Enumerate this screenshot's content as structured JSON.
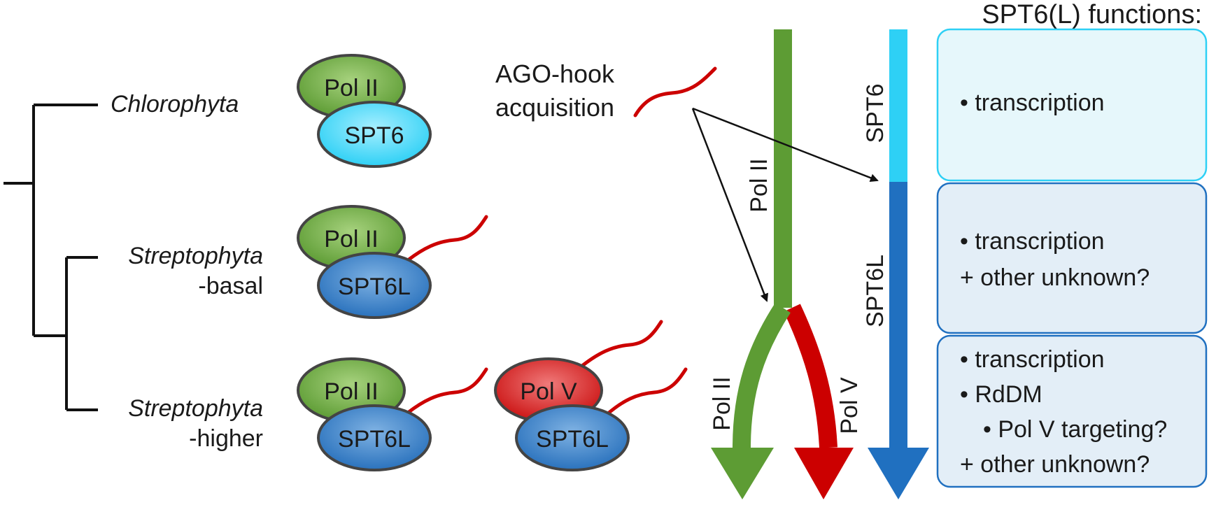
{
  "header": {
    "title": "SPT6(L) functions:"
  },
  "tree": {
    "taxa": [
      {
        "name": "Chlorophyta"
      },
      {
        "name": "Streptophyta",
        "suffix": "-basal"
      },
      {
        "name": "Streptophyta",
        "suffix": "-higher"
      }
    ]
  },
  "complexes": {
    "pol2": "Pol II",
    "pol5": "Pol V",
    "spt6": "SPT6",
    "spt6l": "SPT6L"
  },
  "acquisition": {
    "line1": "AGO-hook",
    "line2": "acquisition"
  },
  "lineage": {
    "pol2_trunk": "Pol II",
    "pol2_branch": "Pol II",
    "pol5_branch": "Pol V",
    "spt6_segment": "SPT6",
    "spt6l_segment": "SPT6L"
  },
  "functions": {
    "box1": [
      "• transcription"
    ],
    "box2": [
      "• transcription",
      "+ other unknown?"
    ],
    "box3": [
      "• transcription",
      "• RdDM",
      "• Pol V targeting?",
      "+ other unknown?"
    ]
  },
  "colors": {
    "pol2_green": "#5d9c34",
    "pol5_red": "#cc0000",
    "spt6_cyan": "#2ed0f5",
    "spt6l_blue": "#2070c0",
    "box1_fill": "#e6f7fb",
    "box2_fill": "#e3eef7"
  }
}
